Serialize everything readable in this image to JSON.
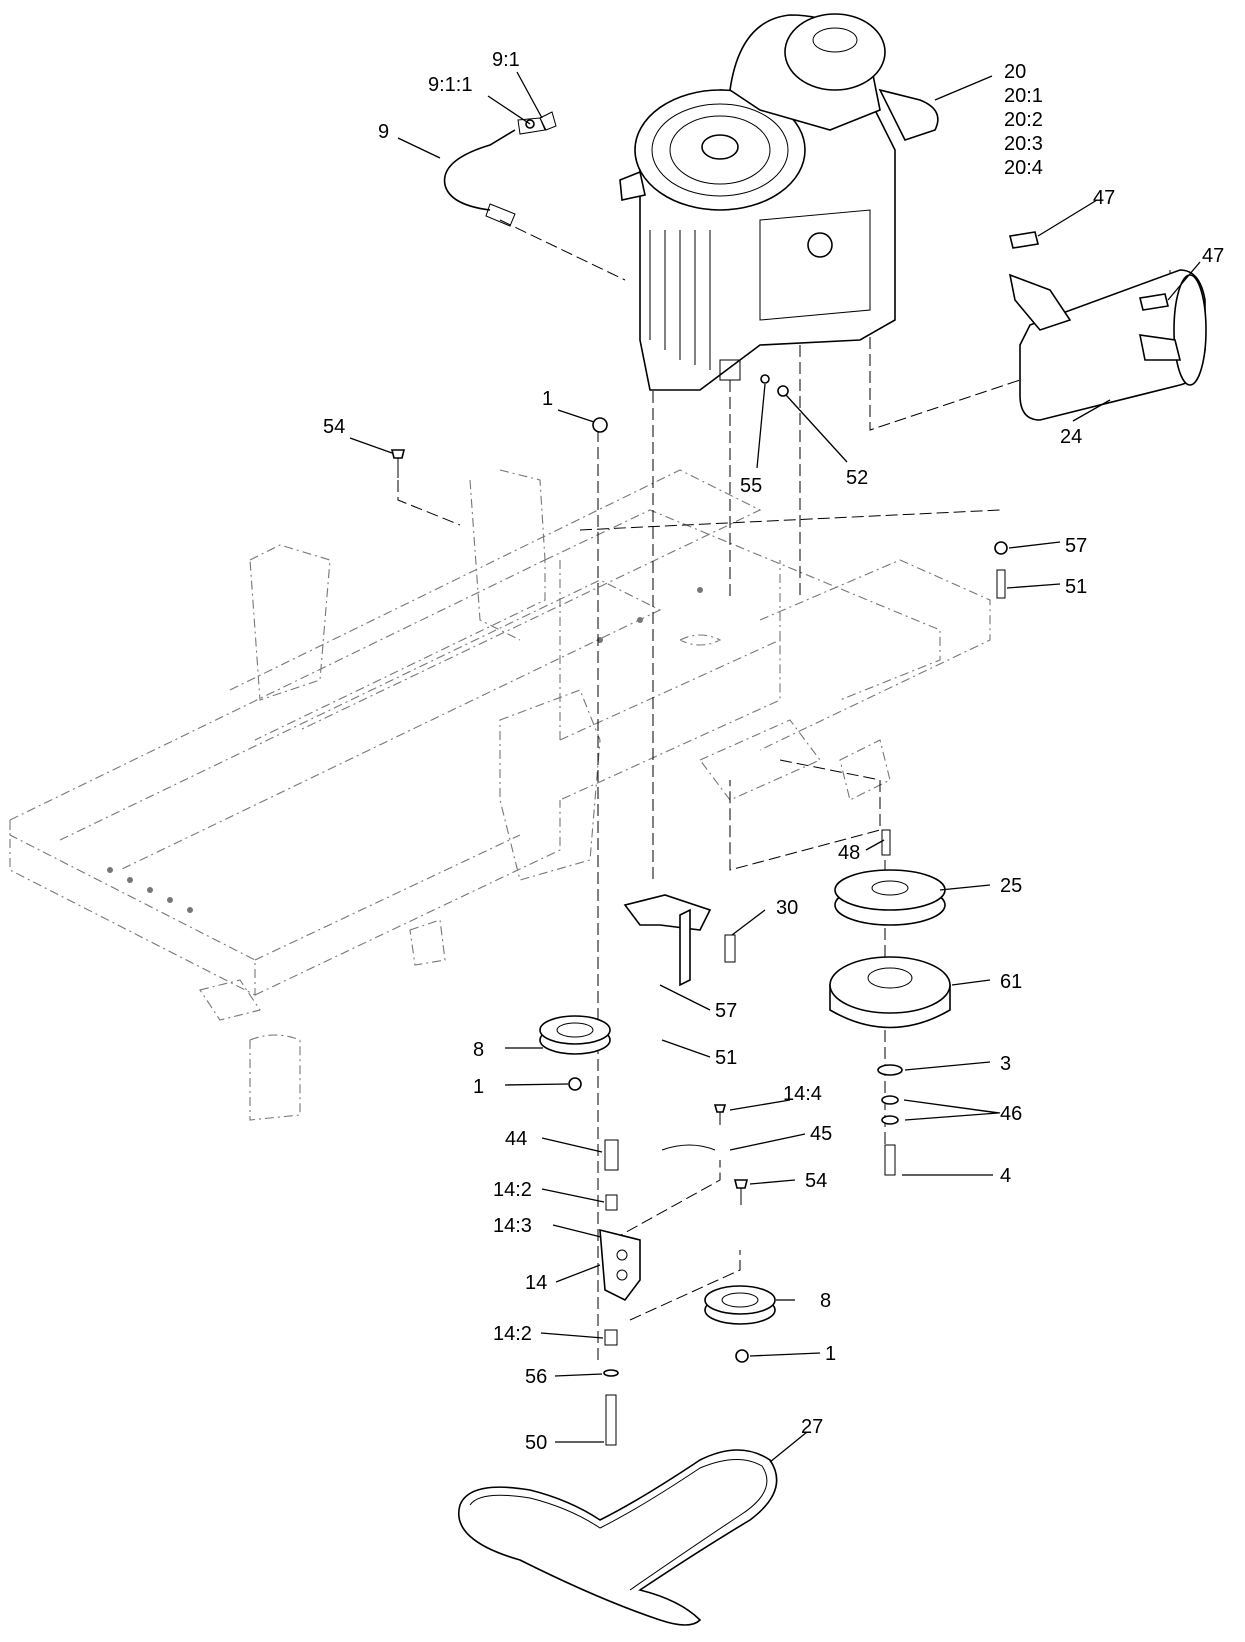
{
  "callouts": {
    "c1": "1",
    "c1b": "1",
    "c1c": "1",
    "c3": "3",
    "c4": "4",
    "c8": "8",
    "c8b": "8",
    "c9": "9",
    "c9_1": "9:1",
    "c9_1_1": "9:1:1",
    "c14": "14",
    "c14_2a": "14:2",
    "c14_2b": "14:2",
    "c14_3": "14:3",
    "c14_4": "14:4",
    "c20": "20",
    "c20_1": "20:1",
    "c20_2": "20:2",
    "c20_3": "20:3",
    "c20_4": "20:4",
    "c24": "24",
    "c25": "25",
    "c27": "27",
    "c30": "30",
    "c44": "44",
    "c45": "45",
    "c46": "46",
    "c47a": "47",
    "c47b": "47",
    "c48": "48",
    "c50": "50",
    "c51a": "51",
    "c51b": "51",
    "c52": "52",
    "c54a": "54",
    "c54b": "54",
    "c55": "55",
    "c56": "56",
    "c57a": "57",
    "c57b": "57",
    "c61": "61"
  }
}
